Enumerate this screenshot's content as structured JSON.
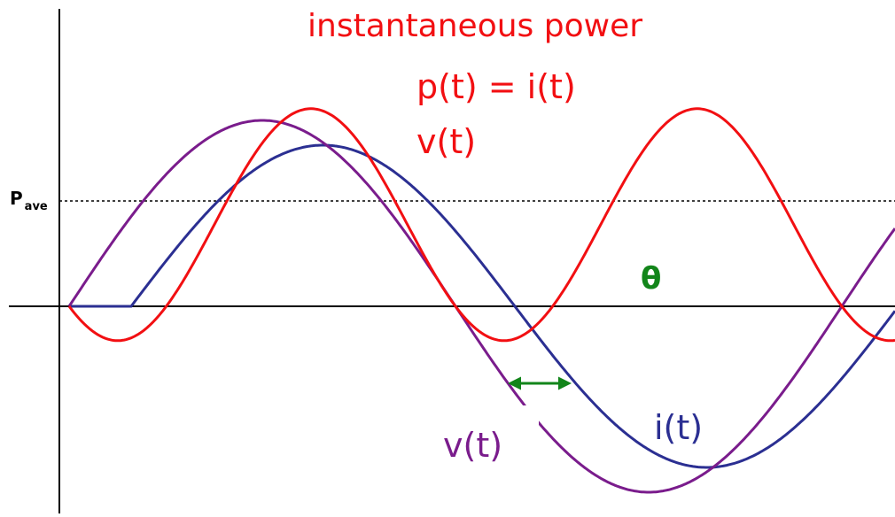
{
  "title": "instantaneous power",
  "formula_line1": "p(t) = i(t)",
  "formula_line2": "v(t)",
  "theta_label": "θ",
  "voltage_label": "v(t)",
  "current_label": "i(t)",
  "p_ave_main": "P",
  "p_ave_sub": "ave",
  "colors": {
    "power": "#f20f12",
    "voltage": "#7a1c8c",
    "current": "#2b2f92",
    "phase_arrow": "#12851a",
    "axes": "#000000"
  }
}
